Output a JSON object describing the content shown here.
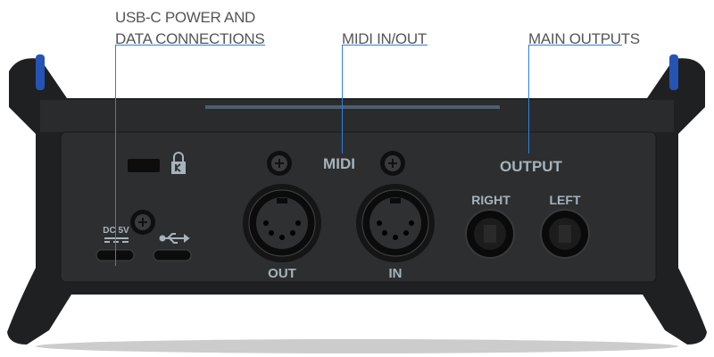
{
  "callouts": {
    "usb_line1": "USB-C POWER AND",
    "usb_line2": "DATA CONNECTIONS",
    "midi": "MIDI IN/OUT",
    "outputs": "MAIN OUTPUTS"
  },
  "panel": {
    "midi": "MIDI",
    "midi_out": "OUT",
    "midi_in": "IN",
    "output": "OUTPUT",
    "right": "RIGHT",
    "left": "LEFT",
    "dc": "DC 5V"
  },
  "colors": {
    "accent": "#2f7fe0",
    "label": "#a6b3bb",
    "body": "#1f2022",
    "panel": "#2d2e30"
  }
}
